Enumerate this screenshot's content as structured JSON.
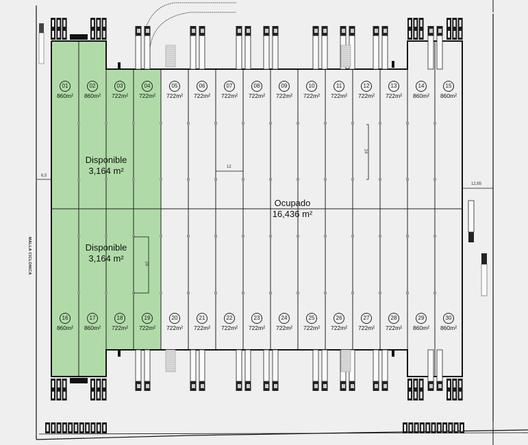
{
  "colors": {
    "available": "#b0dba8",
    "occupied": "#efefef",
    "wall": "#111111",
    "column": "#9a9a9a"
  },
  "units_top": [
    {
      "id": "01",
      "area": "860m²",
      "available": true
    },
    {
      "id": "02",
      "area": "860m²",
      "available": true
    },
    {
      "id": "03",
      "area": "722m²",
      "available": true
    },
    {
      "id": "04",
      "area": "722m²",
      "available": true
    },
    {
      "id": "05",
      "area": "722m²",
      "available": false
    },
    {
      "id": "06",
      "area": "722m²",
      "available": false
    },
    {
      "id": "07",
      "area": "722m²",
      "available": false
    },
    {
      "id": "08",
      "area": "722m²",
      "available": false
    },
    {
      "id": "09",
      "area": "722m²",
      "available": false
    },
    {
      "id": "10",
      "area": "722m²",
      "available": false
    },
    {
      "id": "11",
      "area": "722m²",
      "available": false
    },
    {
      "id": "12",
      "area": "722m²",
      "available": false
    },
    {
      "id": "13",
      "area": "722m²",
      "available": false
    },
    {
      "id": "14",
      "area": "860m²",
      "available": false
    },
    {
      "id": "15",
      "area": "860m²",
      "available": false
    }
  ],
  "units_bottom": [
    {
      "id": "16",
      "area": "860m²",
      "available": true
    },
    {
      "id": "17",
      "area": "860m²",
      "available": true
    },
    {
      "id": "18",
      "area": "722m²",
      "available": true
    },
    {
      "id": "19",
      "area": "722m²",
      "available": true
    },
    {
      "id": "20",
      "area": "722m²",
      "available": false
    },
    {
      "id": "21",
      "area": "722m²",
      "available": false
    },
    {
      "id": "22",
      "area": "722m²",
      "available": false
    },
    {
      "id": "23",
      "area": "722m²",
      "available": false
    },
    {
      "id": "24",
      "area": "722m²",
      "available": false
    },
    {
      "id": "25",
      "area": "722m²",
      "available": false
    },
    {
      "id": "26",
      "area": "722m²",
      "available": false
    },
    {
      "id": "27",
      "area": "722m²",
      "available": false
    },
    {
      "id": "28",
      "area": "722m²",
      "available": false
    },
    {
      "id": "29",
      "area": "860m²",
      "available": false
    },
    {
      "id": "30",
      "area": "860m²",
      "available": false
    }
  ],
  "zones": {
    "available_top": {
      "title": "Disponible",
      "area": "3,164 m²"
    },
    "available_bottom": {
      "title": "Disponible",
      "area": "3,164 m²"
    },
    "occupied": {
      "title": "Ocupado",
      "area": "16,436 m²"
    }
  },
  "dimensions": {
    "left_setback": "6,5",
    "right_setback": "12,65",
    "bay_width": "12",
    "bay_depth_top": "24",
    "bay_depth_bottom": "24"
  },
  "site": {
    "fence_label": "MALLA CICLONICA"
  }
}
